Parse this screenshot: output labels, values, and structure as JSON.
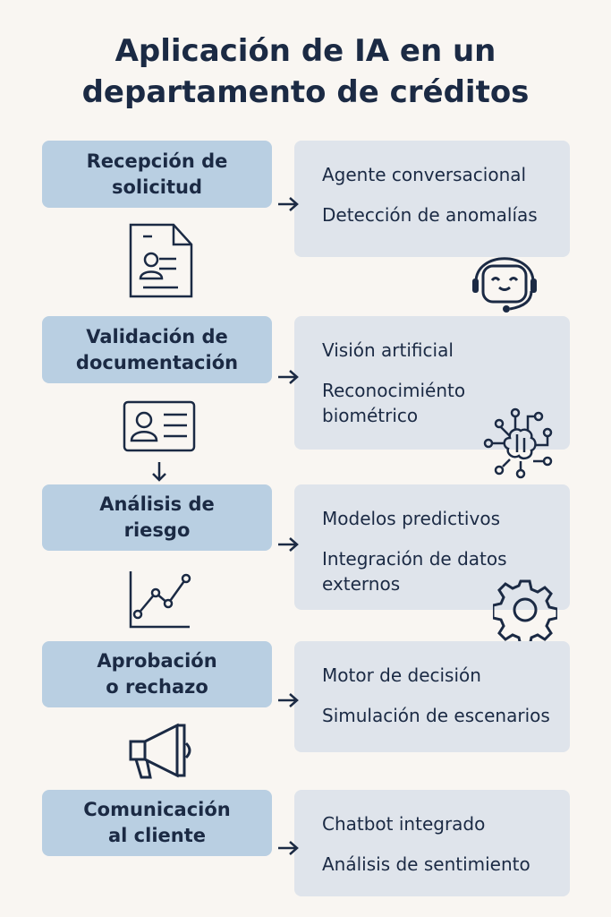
{
  "title": {
    "line1": "Aplicación de IA en un",
    "line2": "departamento de créditos"
  },
  "steps": [
    {
      "stage": [
        "Recepción de",
        "solicitud"
      ],
      "tools": [
        "Agente conversacional",
        "Detección de anomalías"
      ],
      "stage_icon": "document-person-icon",
      "tool_icon": "robot-headset-icon"
    },
    {
      "stage": [
        "Validación de",
        "documentación"
      ],
      "tools": [
        "Visión artificial",
        "Reconocimiénto biométrico"
      ],
      "stage_icon": "id-card-icon",
      "tool_icon": "brain-circuit-icon"
    },
    {
      "stage": [
        "Análisis de",
        "riesgo"
      ],
      "tools": [
        "Modelos predictivos",
        "Integración de datos externos"
      ],
      "stage_icon": "line-chart-icon",
      "tool_icon": "gear-icon"
    },
    {
      "stage": [
        "Aprobación",
        "o rechazo"
      ],
      "tools": [
        "Motor de decisión",
        "Simulación de escenarios"
      ],
      "stage_icon": "megaphone-icon"
    },
    {
      "stage": [
        "Comunicación",
        "al cliente"
      ],
      "tools": [
        "Chatbot integrado",
        "Análisis de sentimiento"
      ]
    }
  ],
  "colors": {
    "background": "#f9f6f2",
    "stage": "#b9cfe2",
    "tools": "#dfe4eb",
    "text": "#1b2a44"
  }
}
